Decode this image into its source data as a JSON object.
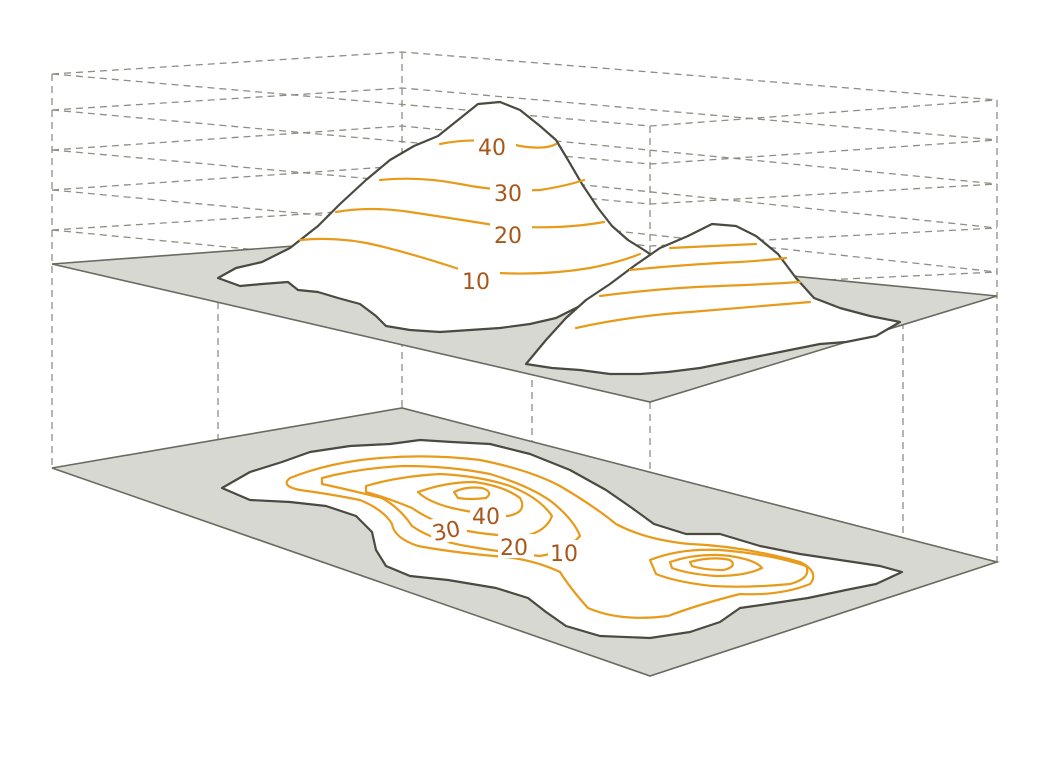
{
  "diagram": {
    "labels_3d": [
      "40",
      "30",
      "20",
      "10"
    ],
    "labels_map": [
      "40",
      "30",
      "20",
      "10"
    ]
  },
  "colors": {
    "contour": "#e89a1a",
    "label": "#a8561a",
    "plane": "#d8d8d2",
    "outline": "#4a4a40",
    "guide": "#8e8e86"
  }
}
